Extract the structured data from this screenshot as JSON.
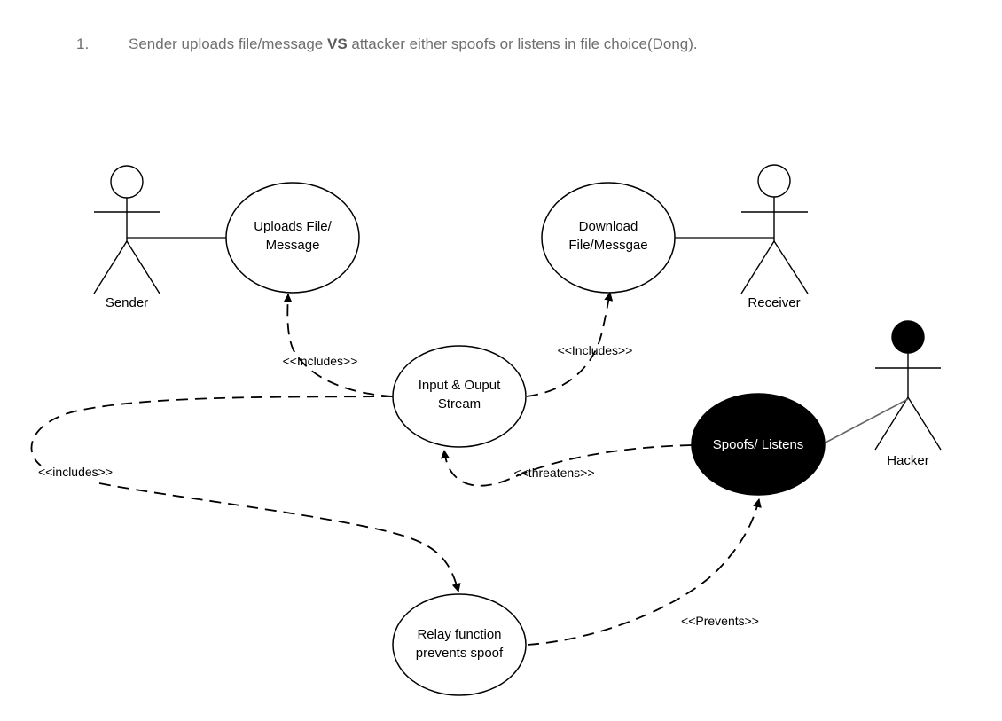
{
  "heading": {
    "number": "1.",
    "text_before": "Sender uploads file/message ",
    "text_bold": "VS",
    "text_after": " attacker either spoofs or listens in file choice(Dong)."
  },
  "actors": {
    "sender": "Sender",
    "receiver": "Receiver",
    "hacker": "Hacker"
  },
  "use_cases": {
    "uploads": [
      "Uploads File/",
      "Message"
    ],
    "download": [
      "Download",
      "File/Messgae"
    ],
    "stream": [
      "Input & Ouput",
      "Stream"
    ],
    "spoofs": [
      "Spoofs/ Listens"
    ],
    "relay": [
      "Relay function",
      "prevents spoof"
    ]
  },
  "relations": {
    "includes_left": "<<Includes>>",
    "includes_right": "<<Includes>>",
    "includes_lower": "<<includes>>",
    "threatens": "<<threatens>>",
    "prevents": "<<Prevents>>"
  },
  "colors": {
    "heading_text": "#6f6f6f",
    "line": "#000000",
    "hacker_fill": "#000000",
    "spoofs_fill": "#000000",
    "spoofs_text": "#ffffff"
  }
}
